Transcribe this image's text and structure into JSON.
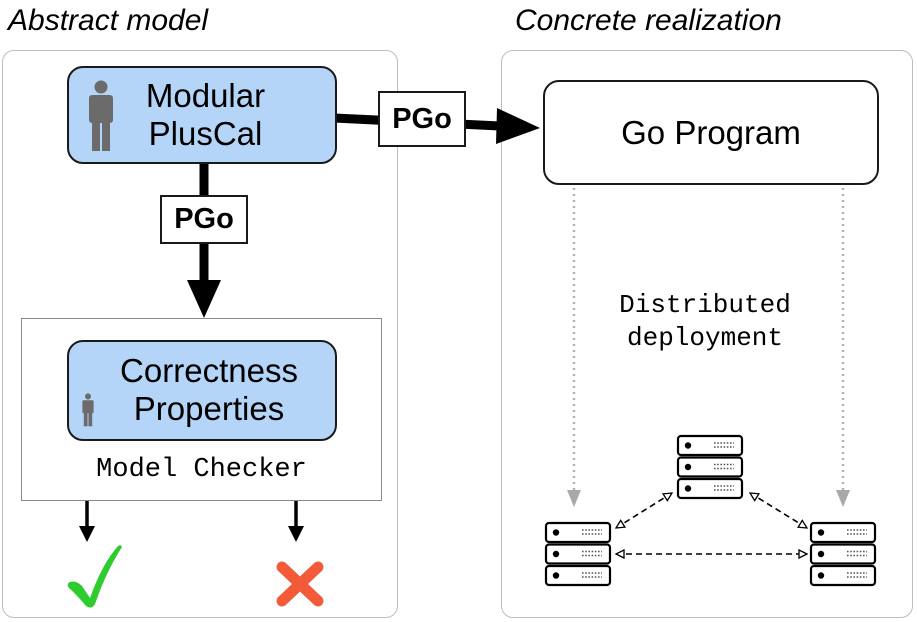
{
  "titles": {
    "abstract": "Abstract model",
    "concrete": "Concrete realization"
  },
  "boxes": {
    "modular_pluscal": [
      "Modular",
      "PlusCal"
    ],
    "correctness": [
      "Correctness",
      "Properties"
    ],
    "model_checker": "Model Checker",
    "go_program": "Go Program"
  },
  "arrows": {
    "pgo_down": "PGo",
    "pgo_right": "PGo"
  },
  "deployment_label": [
    "Distributed",
    "deployment"
  ],
  "outcomes": {
    "pass": "check",
    "fail": "cross"
  },
  "colors": {
    "box_blue": "#b4d5f8",
    "check_green": "#2ecc2e",
    "cross_red": "#f35a3a",
    "person_gray": "#6b6b6b"
  },
  "icons": [
    "person-icon",
    "server-icon",
    "checkmark-icon",
    "cross-icon"
  ]
}
